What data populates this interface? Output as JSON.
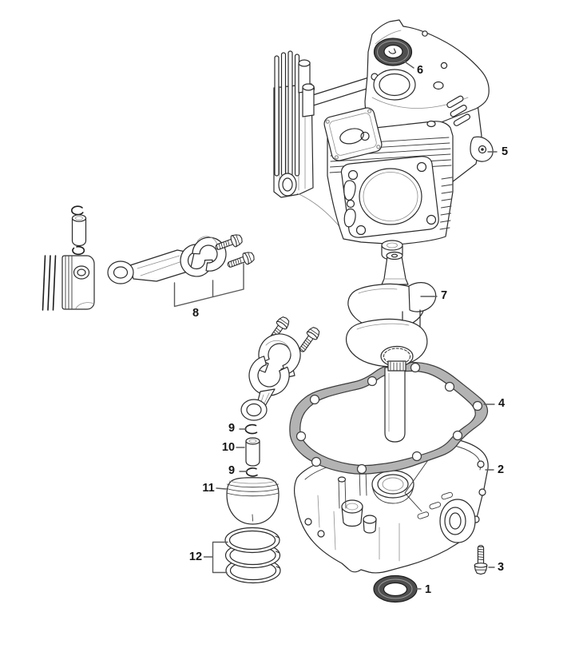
{
  "colors": {
    "line": "#2b2b2b",
    "light_line": "#8f8f8f",
    "leader": "#5a5a5a",
    "gasket_fill": "#b3b3b3",
    "seal_fill": "#4e4e4e",
    "background": "#ffffff",
    "label_text": "#141414"
  },
  "callouts": [
    {
      "id": "callout-6",
      "label": "6"
    },
    {
      "id": "callout-5",
      "label": "5"
    },
    {
      "id": "callout-8",
      "label": "8"
    },
    {
      "id": "callout-7",
      "label": "7"
    },
    {
      "id": "callout-4",
      "label": "4"
    },
    {
      "id": "callout-2",
      "label": "2"
    },
    {
      "id": "callout-3",
      "label": "3"
    },
    {
      "id": "callout-1",
      "label": "1"
    },
    {
      "id": "callout-9-upper",
      "label": "9"
    },
    {
      "id": "callout-10",
      "label": "10"
    },
    {
      "id": "callout-9-lower",
      "label": "9"
    },
    {
      "id": "callout-11",
      "label": "11"
    },
    {
      "id": "callout-12",
      "label": "12"
    }
  ]
}
